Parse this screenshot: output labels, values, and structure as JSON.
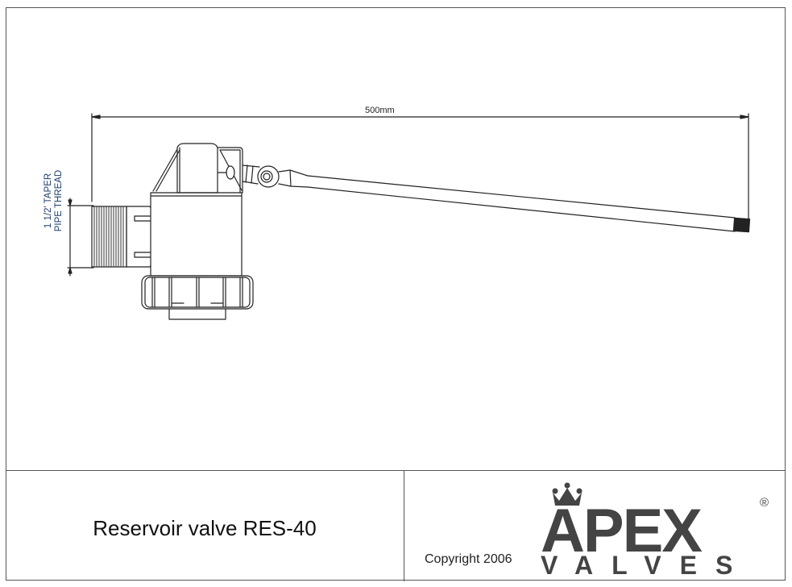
{
  "drawing": {
    "overall_length_dimension": "500mm",
    "thread_label_line1": "1 1/2' TAPER",
    "thread_label_line2": "PIPE THREAD",
    "annotation_color": "#1f3f6a",
    "line_color": "#222222"
  },
  "title_block": {
    "title": "Reservoir valve RES-40",
    "copyright": "Copyright 2006",
    "logo": {
      "brand": "APEX",
      "sub_brand": "VALVES",
      "registered_mark": "®",
      "crown_icon": "crown-icon",
      "color": "#444444"
    }
  }
}
